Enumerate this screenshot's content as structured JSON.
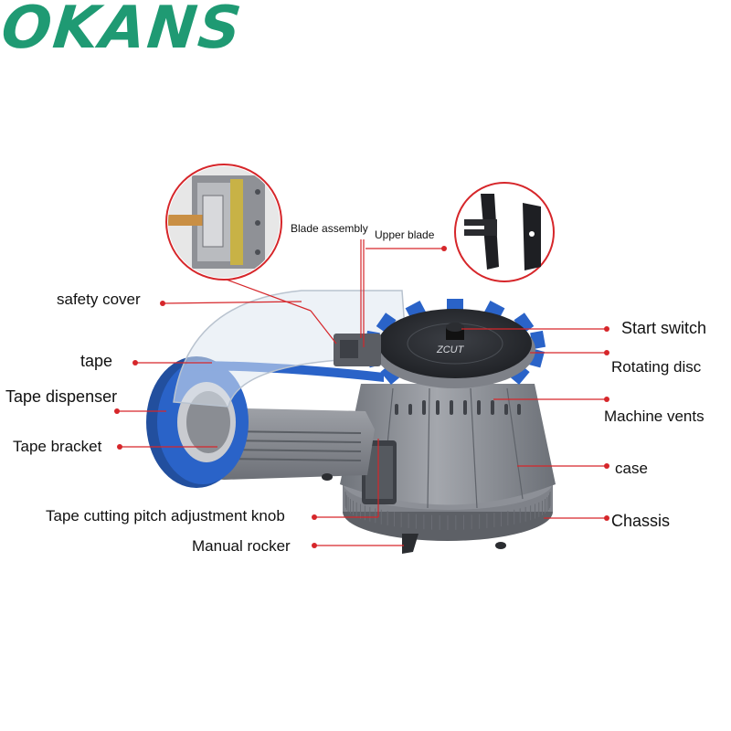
{
  "brand": {
    "name": "OKANS",
    "color": "#1f9a73"
  },
  "device_label": "ZCUT",
  "colors": {
    "leader": "#d6262a",
    "tape": "#2a63c8",
    "body": "#8d9097"
  },
  "labels": {
    "safety_cover": "safety cover",
    "tape": "tape",
    "tape_dispenser": "Tape dispenser",
    "tape_bracket": "Tape bracket",
    "pitch_knob": "Tape cutting pitch adjustment knob",
    "manual_rocker": "Manual rocker",
    "blade_assembly": "Blade assembly",
    "upper_blade": "Upper blade",
    "start_switch": "Start switch",
    "rotating_disc": "Rotating disc",
    "machine_vents": "Machine vents",
    "case": "case",
    "chassis": "Chassis"
  }
}
